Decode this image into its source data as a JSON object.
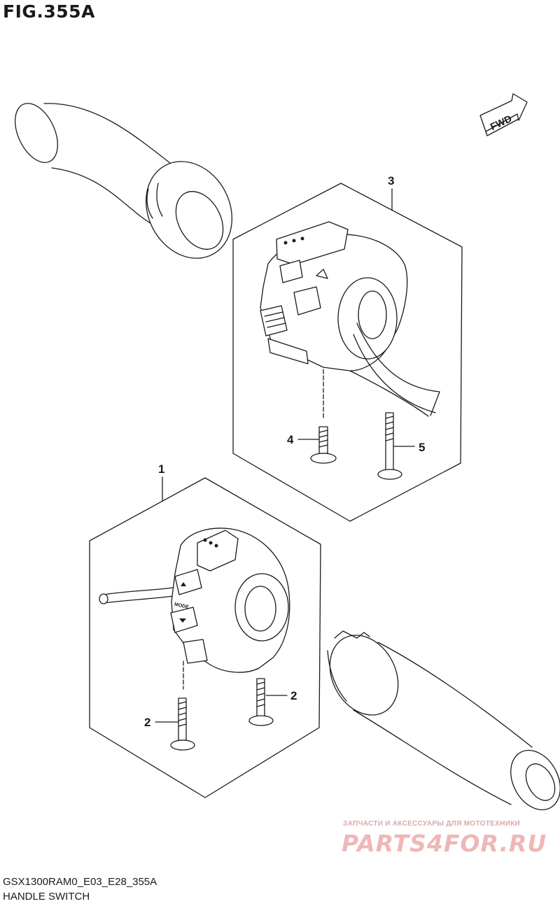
{
  "figure": {
    "title": "FIG.355A"
  },
  "direction": {
    "label": "FWD"
  },
  "callouts": {
    "c1": "1",
    "c2a": "2",
    "c2b": "2",
    "c3": "3",
    "c4": "4",
    "c5": "5"
  },
  "footer": {
    "code": "GSX1300RAM0_E03_E28_355A",
    "name": "HANDLE SWITCH"
  },
  "watermark": {
    "tagline": "ЗАПЧАСТИ И АКСЕССУАРЫ ДЛЯ МОТОТЕХНИКИ",
    "logo": "PARTS4FOR.RU"
  },
  "switch_labels": {
    "mode": "MODE"
  }
}
